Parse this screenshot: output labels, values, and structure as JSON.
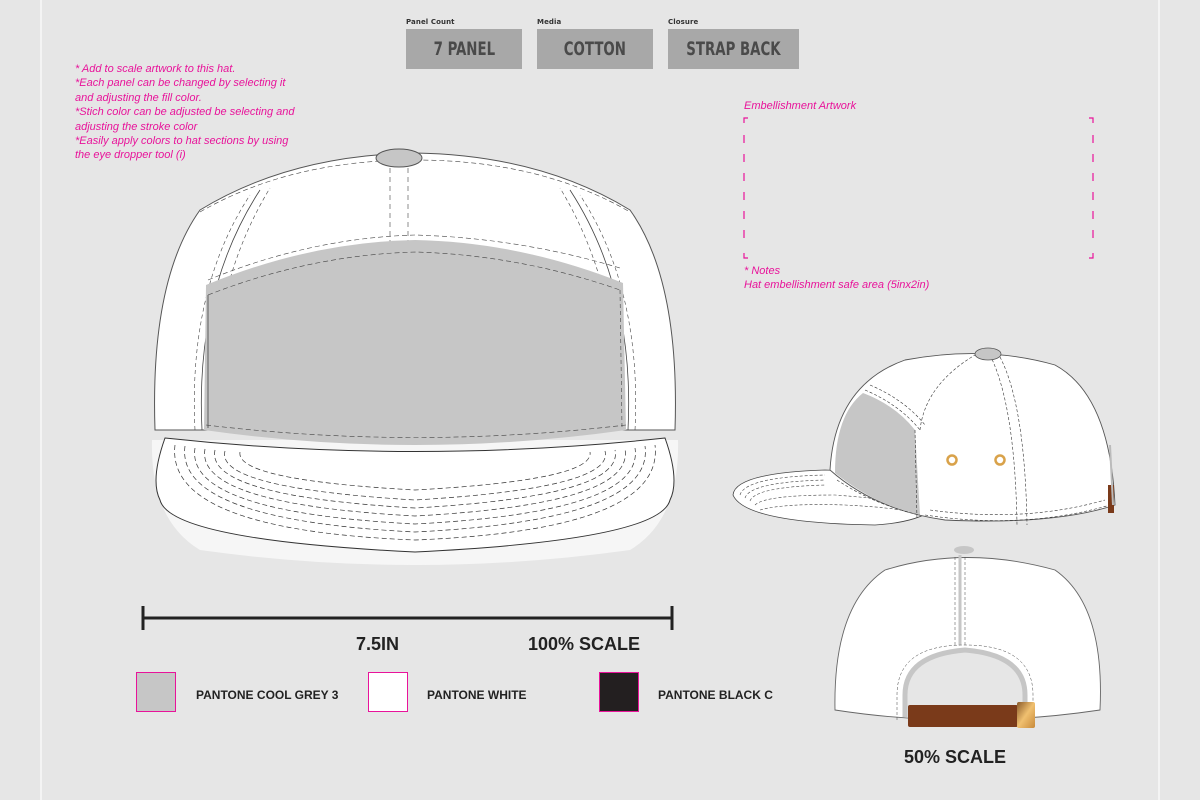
{
  "specs": [
    {
      "label": "Panel Count",
      "value": "7 PANEL"
    },
    {
      "label": "Media",
      "value": "COTTON"
    },
    {
      "label": "Closure",
      "value": "STRAP BACK"
    }
  ],
  "instructions": [
    "* Add to scale artwork to this hat.",
    "*Each panel can be changed by selecting it",
    "and adjusting the fill color.",
    "*Stich color can be adjusted be selecting and",
    "adjusting the stroke color",
    "*Easily apply colors to hat sections by using",
    "the eye dropper tool (i)"
  ],
  "embellishment": {
    "title": "Embellishment Artwork",
    "notes_heading": "* Notes",
    "notes_text": "Hat embellishment safe area (5inx2in)"
  },
  "front_view": {
    "measurement": "7.5IN",
    "scale": "100% SCALE"
  },
  "back_view": {
    "scale": "50% SCALE"
  },
  "swatches": [
    {
      "name": "PANTONE COOL GREY 3",
      "color": "#c6c6c6"
    },
    {
      "name": "PANTONE WHITE",
      "color": "#ffffff"
    },
    {
      "name": "PANTONE BLACK C",
      "color": "#231f20"
    }
  ],
  "colors": {
    "accent": "#e8139a",
    "background": "#e6e6e6",
    "spec_box": "#a8a8a8",
    "panel_grey": "#c6c6c6",
    "strap_brown": "#7a3a1a",
    "buckle_gold": "#d9a24a"
  }
}
